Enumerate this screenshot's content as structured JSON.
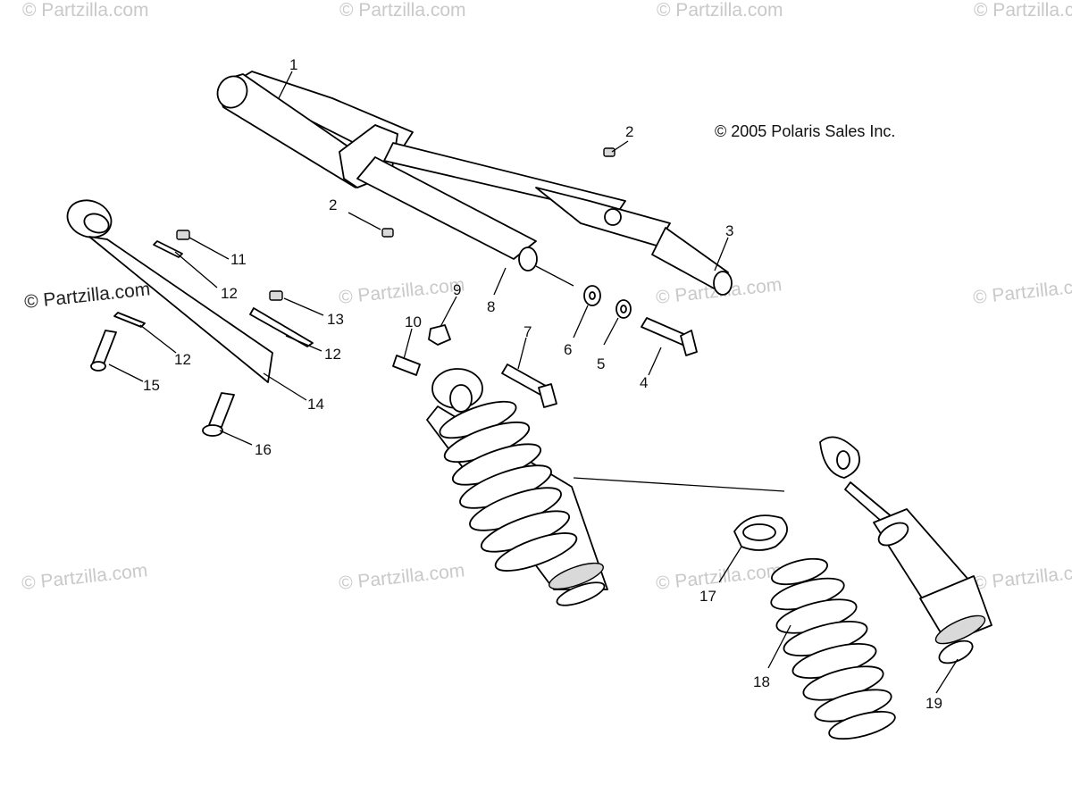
{
  "copyright": "© 2005 Polaris Sales Inc.",
  "watermark": "© Partzilla.com",
  "callouts": [
    {
      "id": "c1",
      "label": "1"
    },
    {
      "id": "c2a",
      "label": "2"
    },
    {
      "id": "c2b",
      "label": "2"
    },
    {
      "id": "c3",
      "label": "3"
    },
    {
      "id": "c4",
      "label": "4"
    },
    {
      "id": "c5",
      "label": "5"
    },
    {
      "id": "c6",
      "label": "6"
    },
    {
      "id": "c7",
      "label": "7"
    },
    {
      "id": "c8",
      "label": "8"
    },
    {
      "id": "c9",
      "label": "9"
    },
    {
      "id": "c10",
      "label": "10"
    },
    {
      "id": "c11",
      "label": "11"
    },
    {
      "id": "c12a",
      "label": "12"
    },
    {
      "id": "c12b",
      "label": "12"
    },
    {
      "id": "c12c",
      "label": "12"
    },
    {
      "id": "c13",
      "label": "13"
    },
    {
      "id": "c14",
      "label": "14"
    },
    {
      "id": "c15",
      "label": "15"
    },
    {
      "id": "c16",
      "label": "16"
    },
    {
      "id": "c17",
      "label": "17"
    },
    {
      "id": "c18",
      "label": "18"
    },
    {
      "id": "c19",
      "label": "19"
    }
  ]
}
